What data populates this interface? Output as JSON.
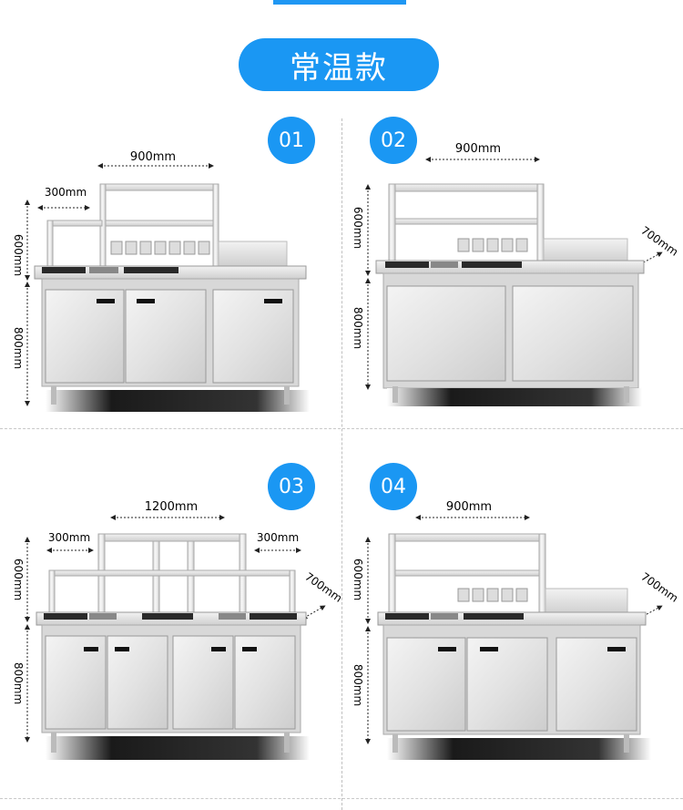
{
  "header": {
    "title": "常温款"
  },
  "panels": [
    {
      "number": "01",
      "width_label": "900mm",
      "side_label": "300mm",
      "upper_height_label": "600mm",
      "lower_height_label": "800mm"
    },
    {
      "number": "02",
      "width_label": "900mm",
      "depth_label": "700mm",
      "upper_height_label": "600mm",
      "lower_height_label": "800mm"
    },
    {
      "number": "03",
      "width_label": "1200mm",
      "left_side_label": "300mm",
      "right_side_label": "300mm",
      "depth_label": "700mm",
      "upper_height_label": "600mm",
      "lower_height_label": "800mm"
    },
    {
      "number": "04",
      "width_label": "900mm",
      "depth_label": "700mm",
      "upper_height_label": "600mm",
      "lower_height_label": "800mm"
    }
  ],
  "colors": {
    "accent": "#1a97f3",
    "steel_light": "#eeeeee",
    "steel_dark": "#b8b8b8"
  }
}
